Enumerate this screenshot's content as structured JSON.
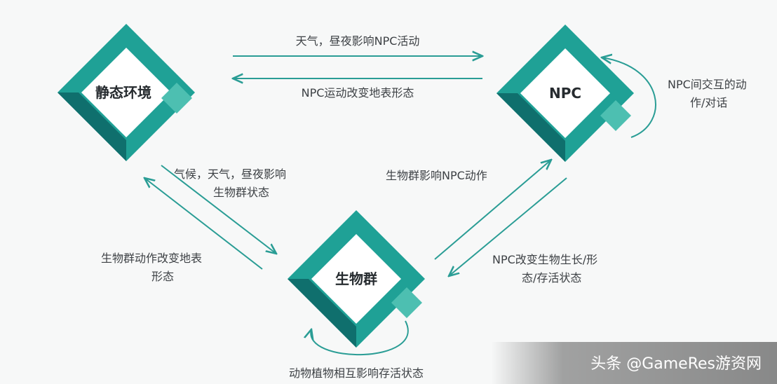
{
  "nodes": {
    "environment": "静态环境",
    "npc": "NPC",
    "biome": "生物群"
  },
  "edges": {
    "env_to_npc": "天气，昼夜影响NPC活动",
    "npc_to_env": "NPC运动改变地表形态",
    "npc_self_line1": "NPC间交互的动",
    "npc_self_line2": "作/对话",
    "env_to_biome_line1": "气候，天气，昼夜影响",
    "env_to_biome_line2": "生物群状态",
    "biome_to_env_line1": "生物群动作改变地表",
    "biome_to_env_line2": "形态",
    "biome_to_npc": "生物群影响NPC动作",
    "npc_to_biome_line1": "NPC改变生物生长/形",
    "npc_to_biome_line2": "态/存活状态",
    "biome_self": "动物植物相互影响存活状态"
  },
  "watermark": "头条 @GameRes游资网",
  "colors": {
    "teal": "#1fa196",
    "teal_dark": "#0f6f6d",
    "teal_light": "#4dbfb1",
    "arrow": "#2a9d95"
  }
}
